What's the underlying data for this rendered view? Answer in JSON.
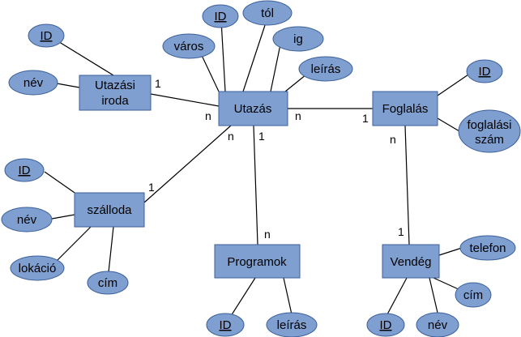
{
  "entities": {
    "utazasi_iroda": [
      "Utazási",
      "iroda"
    ],
    "utazas": "Utazás",
    "foglalas": "Foglalás",
    "szalloda": "szálloda",
    "programok": "Programok",
    "vendeg": "Vendég"
  },
  "attributes": {
    "iroda_id": "ID",
    "iroda_nev": "név",
    "utazas_id": "ID",
    "utazas_tol": "tól",
    "utazas_varos": "város",
    "utazas_ig": "ig",
    "utazas_leiras": "leírás",
    "foglalas_id": "ID",
    "foglalas_szam": [
      "foglalási",
      "szám"
    ],
    "szalloda_id": "ID",
    "szalloda_nev": "név",
    "szalloda_lokacio": "lokáció",
    "szalloda_cim": "cím",
    "program_id": "ID",
    "program_leiras": "leírás",
    "vendeg_telefon": "telefon",
    "vendeg_cim": "cím",
    "vendeg_id": "ID",
    "vendeg_nev": "név"
  },
  "cardinalities": {
    "iroda_side": "1",
    "utazas_iroda_side": "n",
    "utazas_foglalas_side": "n",
    "foglalas_utazas_side": "1",
    "utazas_szalloda_side": "n",
    "szalloda_side": "1",
    "utazas_program_side": "1",
    "program_side": "n",
    "foglalas_vendeg_side": "n",
    "vendeg_side": "1"
  }
}
